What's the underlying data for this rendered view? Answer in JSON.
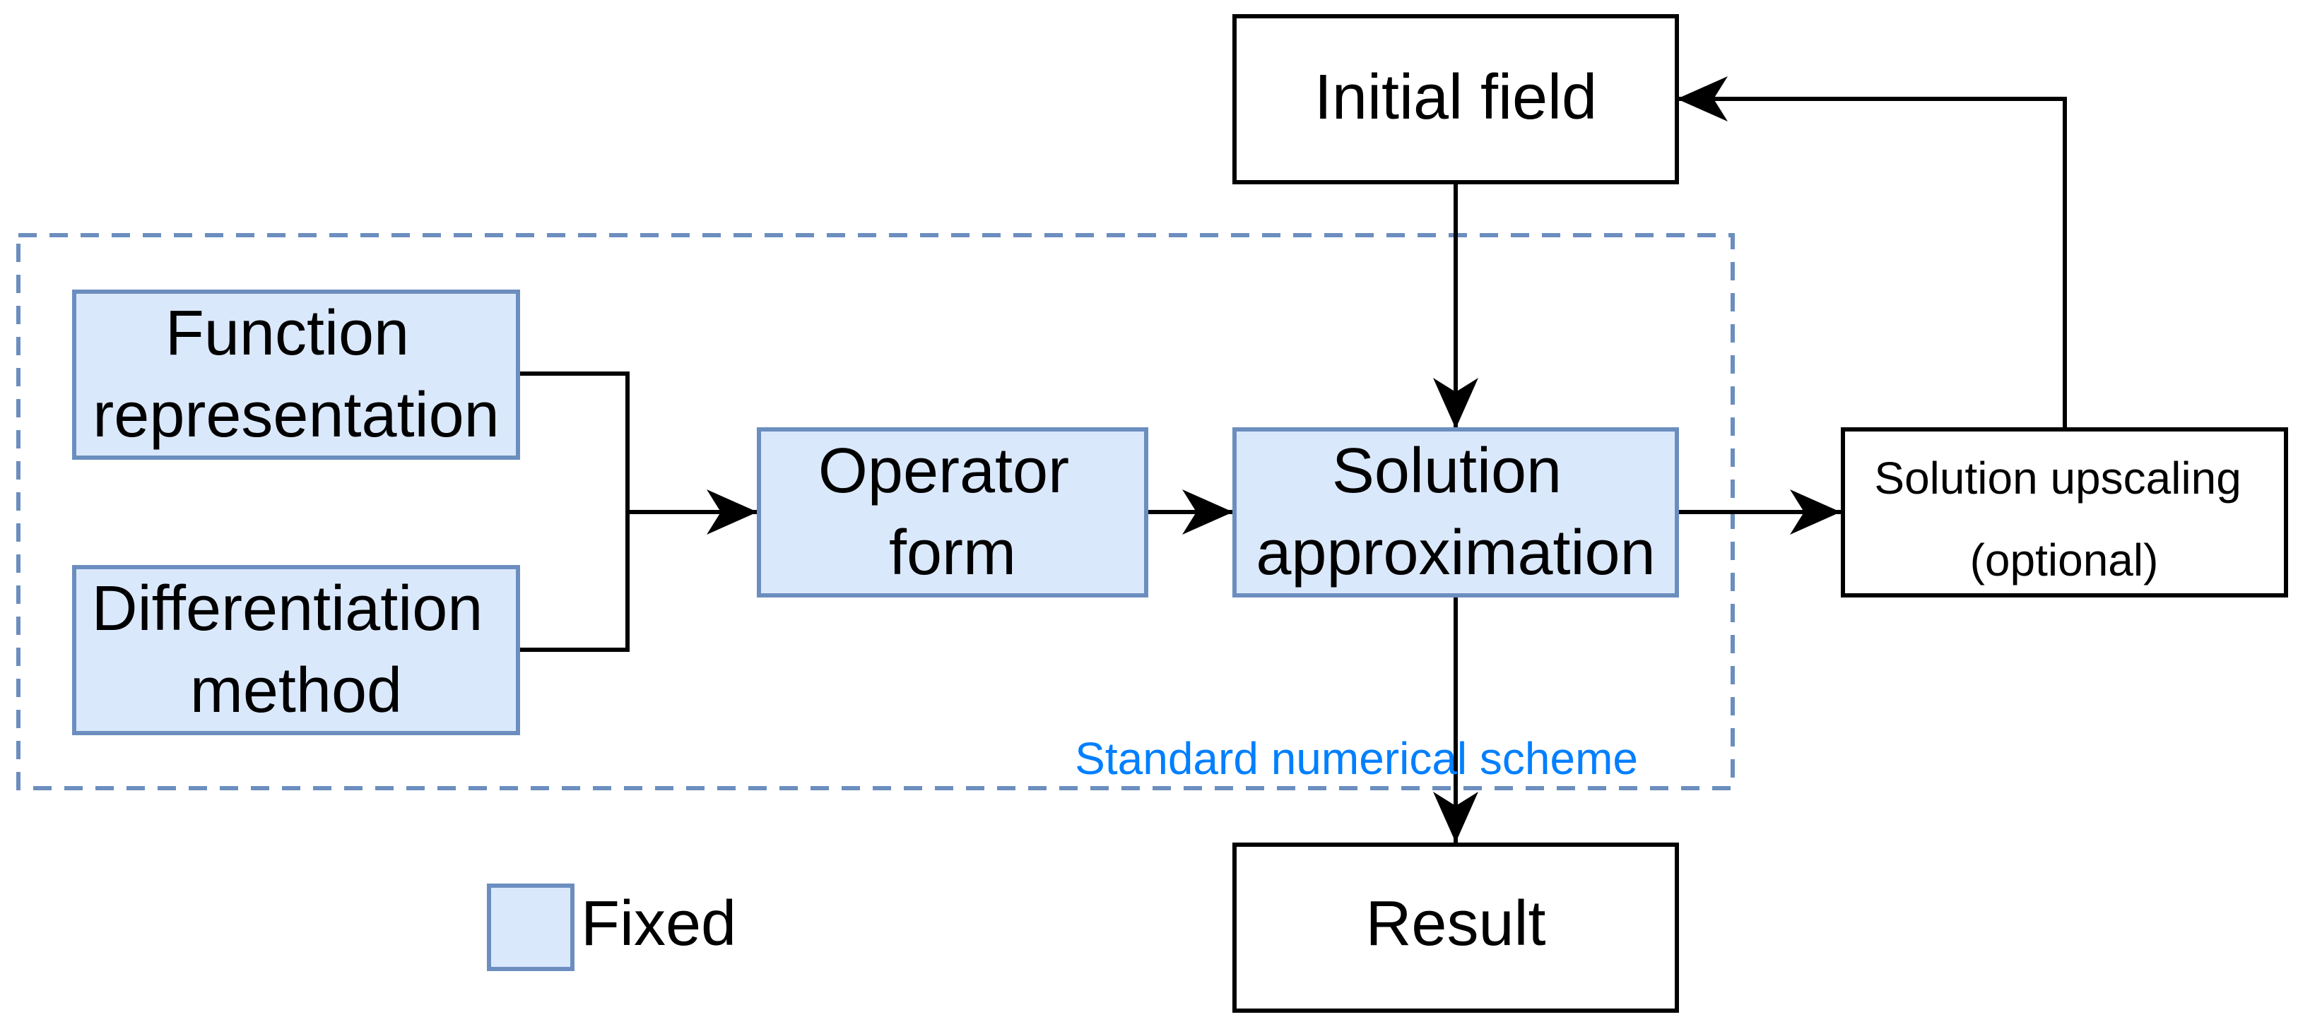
{
  "colors": {
    "fixed_fill": "#dae8fc",
    "fixed_stroke": "#6c8ebf",
    "plain_fill": "#ffffff",
    "plain_stroke": "#000000",
    "group_border": "#6c8ebf",
    "group_label": "#007fff",
    "connector": "#000000"
  },
  "nodes": {
    "function_representation": {
      "lines": [
        "Function",
        "representation"
      ],
      "kind": "fixed"
    },
    "differentiation_method": {
      "lines": [
        "Differentiation",
        "method"
      ],
      "kind": "fixed"
    },
    "operator_form": {
      "lines": [
        "Operator",
        "form"
      ],
      "kind": "fixed"
    },
    "solution_approximation": {
      "lines": [
        "Solution",
        "approximation"
      ],
      "kind": "fixed"
    },
    "initial_field": {
      "lines": [
        "Initial field"
      ],
      "kind": "plain"
    },
    "result": {
      "lines": [
        "Result"
      ],
      "kind": "plain"
    },
    "solution_upscaling": {
      "lines": [
        "Solution upscaling",
        "(optional)"
      ],
      "kind": "plain"
    }
  },
  "group": {
    "label": "Standard numerical scheme"
  },
  "legend": {
    "label": "Fixed"
  },
  "edges": [
    {
      "from": "function_representation",
      "to": "operator_form"
    },
    {
      "from": "differentiation_method",
      "to": "operator_form"
    },
    {
      "from": "operator_form",
      "to": "solution_approximation"
    },
    {
      "from": "initial_field",
      "to": "solution_approximation"
    },
    {
      "from": "solution_approximation",
      "to": "solution_upscaling"
    },
    {
      "from": "solution_approximation",
      "to": "result"
    },
    {
      "from": "solution_upscaling",
      "to": "initial_field"
    }
  ]
}
